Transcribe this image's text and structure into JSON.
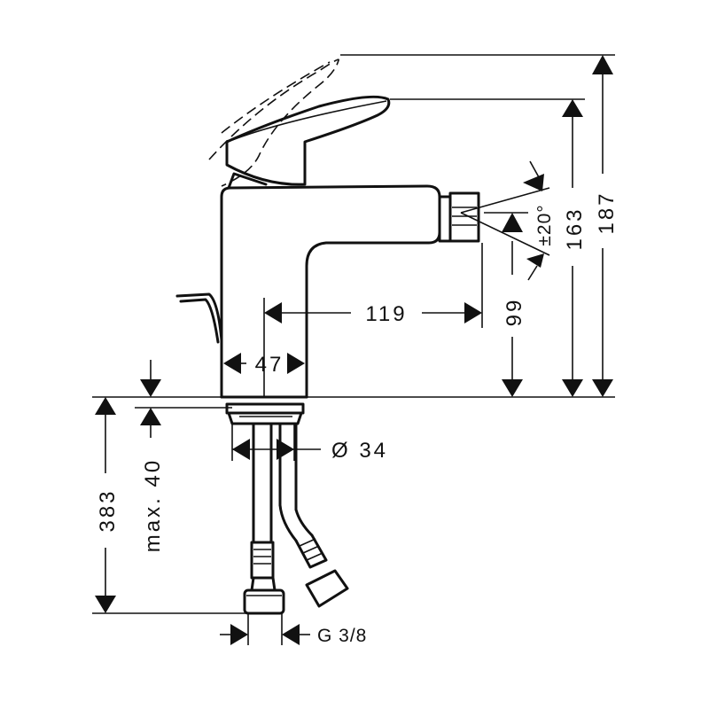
{
  "dimensions": {
    "height_total": "187",
    "height_spout_top": "163",
    "height_outlet": "99",
    "spout_reach": "119",
    "body_width": "47",
    "thread_diameter": "Ø 34",
    "total_tail_length": "383",
    "max_deck_thickness": "max. 40",
    "connection_thread": "G 3/8",
    "jet_angle": "±20°"
  }
}
